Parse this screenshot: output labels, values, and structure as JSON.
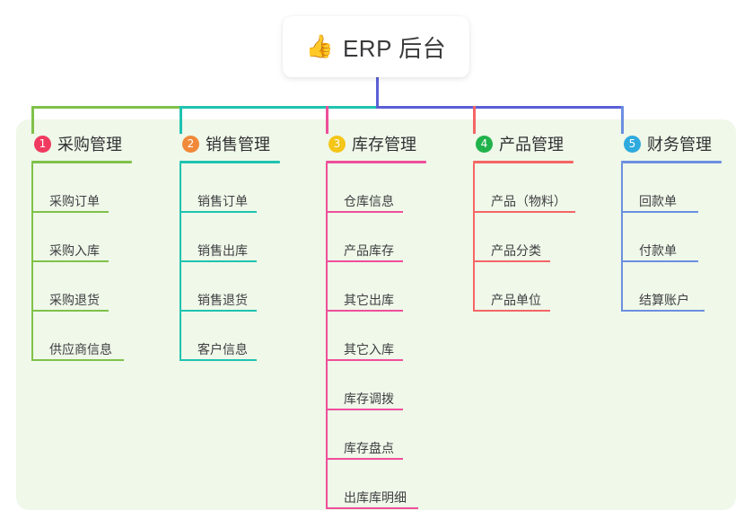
{
  "page": {
    "background_color": "#ffffff",
    "panel_color": "#eff8e9"
  },
  "root": {
    "icon": "👍",
    "icon_name": "thumbs-up-icon",
    "label": "ERP 后台"
  },
  "connectors": {
    "trunk_color": "#5b5fd6",
    "branch_colors": [
      "#7fc14a",
      "#1fc3b0",
      "#ef4e9b",
      "#f56565",
      "#6b8fe0"
    ]
  },
  "columns": [
    {
      "number": "1",
      "title": "采购管理",
      "badge_color": "#f03a5f",
      "accent_color": "#7fc14a",
      "rule_width": 112,
      "items": [
        {
          "label": "采购订单",
          "rule_width": 86
        },
        {
          "label": "采购入库",
          "rule_width": 86
        },
        {
          "label": "采购退货",
          "rule_width": 86
        },
        {
          "label": "供应商信息",
          "rule_width": 103
        }
      ]
    },
    {
      "number": "2",
      "title": "销售管理",
      "badge_color": "#f0893a",
      "accent_color": "#1fc3b0",
      "rule_width": 112,
      "items": [
        {
          "label": "销售订单",
          "rule_width": 86
        },
        {
          "label": "销售出库",
          "rule_width": 86
        },
        {
          "label": "销售退货",
          "rule_width": 86
        },
        {
          "label": "客户信息",
          "rule_width": 86
        }
      ]
    },
    {
      "number": "3",
      "title": "库存管理",
      "badge_color": "#f5c518",
      "accent_color": "#ef4e9b",
      "rule_width": 112,
      "items": [
        {
          "label": "仓库信息",
          "rule_width": 86
        },
        {
          "label": "产品库存",
          "rule_width": 86
        },
        {
          "label": "其它出库",
          "rule_width": 86
        },
        {
          "label": "其它入库",
          "rule_width": 86
        },
        {
          "label": "库存调拨",
          "rule_width": 86
        },
        {
          "label": "库存盘点",
          "rule_width": 86
        },
        {
          "label": "出库库明细",
          "rule_width": 103
        }
      ]
    },
    {
      "number": "4",
      "title": "产品管理",
      "badge_color": "#22b24c",
      "accent_color": "#f56565",
      "rule_width": 112,
      "items": [
        {
          "label": "产品（物料）",
          "rule_width": 114
        },
        {
          "label": "产品分类",
          "rule_width": 86
        },
        {
          "label": "产品单位",
          "rule_width": 86
        }
      ]
    },
    {
      "number": "5",
      "title": "财务管理",
      "badge_color": "#2eaade",
      "accent_color": "#6b8fe0",
      "rule_width": 112,
      "items": [
        {
          "label": "回款单",
          "rule_width": 86
        },
        {
          "label": "付款单",
          "rule_width": 86
        },
        {
          "label": "结算账户",
          "rule_width": 93
        }
      ]
    }
  ]
}
